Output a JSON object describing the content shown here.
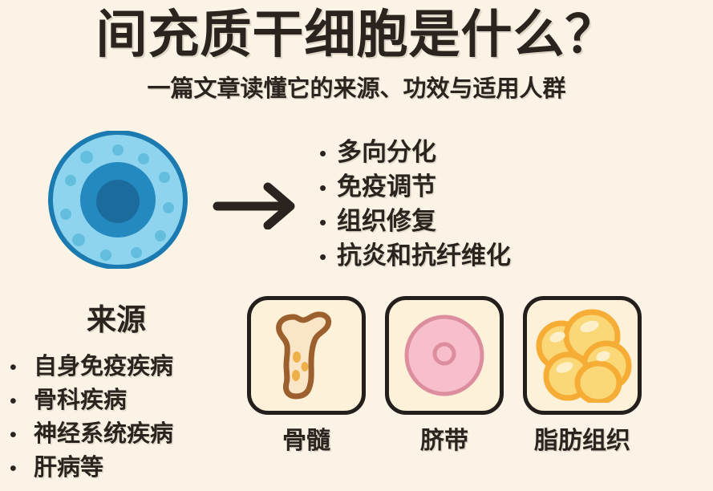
{
  "header": {
    "title": "间充质干细胞是什么？",
    "subtitle": "一篇文章读懂它的来源、功效与适用人群"
  },
  "cell": {
    "icon": "stem-cell-icon",
    "body_color": "#8ed4ee",
    "outline_color": "#1b7ab0",
    "nucleus_color": "#2389bf",
    "nucleolus_color": "#1b6c9c"
  },
  "arrow": {
    "icon": "arrow-right-icon",
    "color": "#2b241e"
  },
  "benefits": {
    "bullet": "•",
    "items": [
      {
        "label": "多向分化"
      },
      {
        "label": "免疫调节"
      },
      {
        "label": "组织修复"
      },
      {
        "label": "抗炎和抗纤维化"
      }
    ]
  },
  "sources": {
    "heading": "来源",
    "bullet": "•",
    "conditions": [
      {
        "label": "自身免疫疾病"
      },
      {
        "label": "骨科疾病"
      },
      {
        "label": "神经系统疾病"
      },
      {
        "label": "肝病等"
      }
    ],
    "cards": [
      {
        "label": "骨髓",
        "icon": "bone-icon"
      },
      {
        "label": "脐带",
        "icon": "umbilical-cord-icon"
      },
      {
        "label": "脂肪组织",
        "icon": "adipose-tissue-icon"
      }
    ]
  },
  "colors": {
    "background": "#fbf4e6",
    "ink": "#2b241e",
    "card_fill": "#fdf1da",
    "card_border": "#241f1c",
    "bone_outline": "#9c5f2e",
    "bone_fill": "#fae5c7",
    "bone_dot": "#eeb14a",
    "cord_fill": "#f6bfcb",
    "cord_outline": "#dd8e9e",
    "fat_fill": "#fad878",
    "fat_outline": "#f6ad36",
    "fat_highlight": "#fdf0c9"
  }
}
